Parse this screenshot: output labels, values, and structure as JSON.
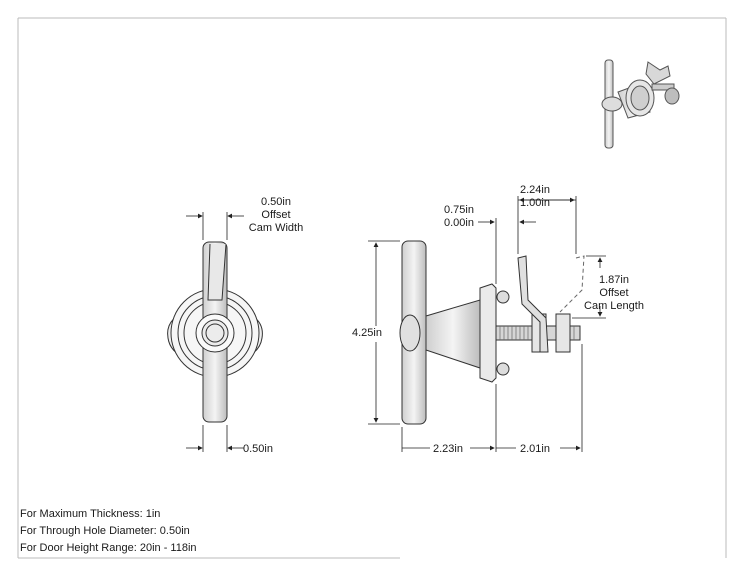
{
  "dimensions": {
    "front_top_1": "0.50in",
    "front_top_2": "Offset",
    "front_top_3": "Cam Width",
    "front_bottom": "0.50in",
    "height": "4.25in",
    "offset_small_1": "0.75in",
    "offset_small_2": "0.00in",
    "offset_large_1": "2.24in",
    "offset_large_2": "1.00in",
    "cam_length_1": "1.87in",
    "cam_length_2": "Offset",
    "cam_length_3": "Cam Length",
    "bottom_left": "2.23in",
    "bottom_right": "2.01in"
  },
  "notes": [
    "For Maximum Thickness: 1in",
    "For Through Hole Diameter: 0.50in",
    "For Door Height Range: 20in - 118in"
  ]
}
